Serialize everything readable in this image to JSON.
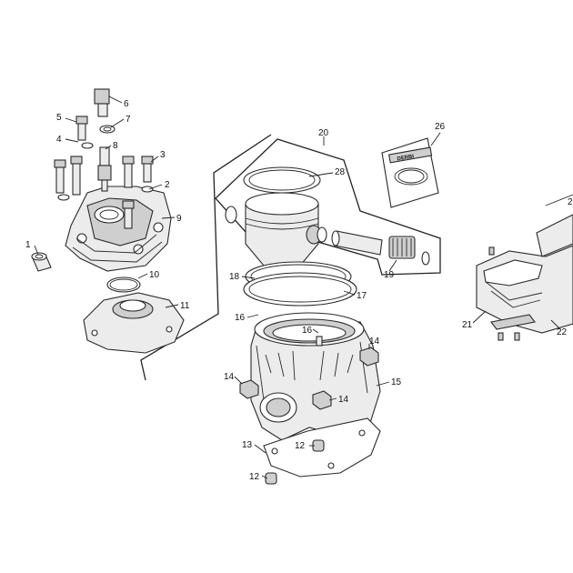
{
  "callouts": [
    {
      "id": "1",
      "label": "1"
    },
    {
      "id": "2",
      "label": "2"
    },
    {
      "id": "3",
      "label": "3"
    },
    {
      "id": "4",
      "label": "4"
    },
    {
      "id": "5",
      "label": "5"
    },
    {
      "id": "6",
      "label": "6"
    },
    {
      "id": "7",
      "label": "7"
    },
    {
      "id": "8",
      "label": "8"
    },
    {
      "id": "9",
      "label": "9"
    },
    {
      "id": "10",
      "label": "10"
    },
    {
      "id": "11",
      "label": "11"
    },
    {
      "id": "12a",
      "label": "12"
    },
    {
      "id": "12b",
      "label": "12"
    },
    {
      "id": "13",
      "label": "13"
    },
    {
      "id": "14a",
      "label": "14"
    },
    {
      "id": "14b",
      "label": "14"
    },
    {
      "id": "14c",
      "label": "14"
    },
    {
      "id": "15",
      "label": "15"
    },
    {
      "id": "16a",
      "label": "16"
    },
    {
      "id": "16b",
      "label": "16"
    },
    {
      "id": "17",
      "label": "17"
    },
    {
      "id": "18",
      "label": "18"
    },
    {
      "id": "19",
      "label": "19"
    },
    {
      "id": "20",
      "label": "20"
    },
    {
      "id": "21",
      "label": "21"
    },
    {
      "id": "22",
      "label": "22"
    },
    {
      "id": "26",
      "label": "26"
    },
    {
      "id": "28",
      "label": "28"
    },
    {
      "id": "2x",
      "label": "2"
    }
  ],
  "kit_logo": "DERBI"
}
